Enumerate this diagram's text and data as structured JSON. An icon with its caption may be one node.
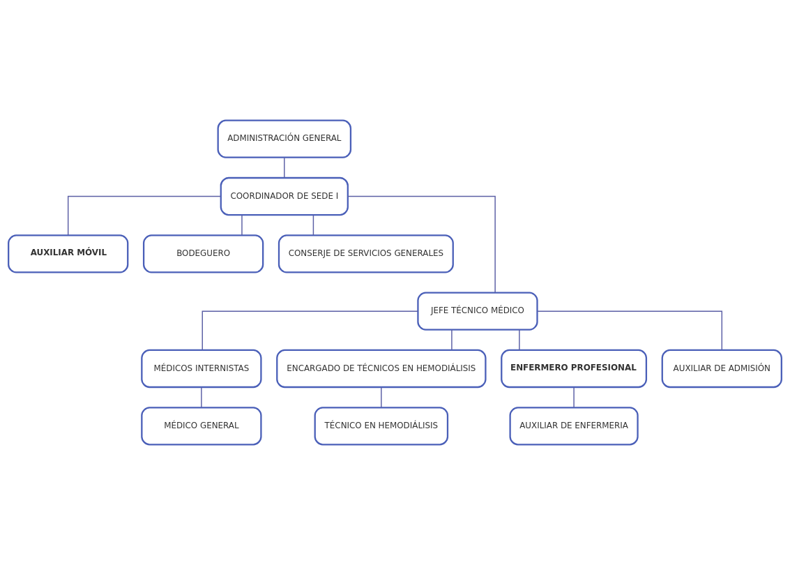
{
  "diagram": {
    "nodes": [
      {
        "text": [
          "ADMINISTRACIÓN GENERAL"
        ]
      },
      {
        "text": [
          "COORDINADOR DE SEDE I"
        ]
      },
      {
        "text": [
          "AUXILIAR MÓVIL"
        ]
      },
      {
        "text": [
          "BODEGUERO"
        ]
      },
      {
        "text": [
          "CONSERJE DE SERVICIOS GENERALES"
        ]
      },
      {
        "text": [
          "JEFE TÉCNICO MÉDICO"
        ]
      },
      {
        "text": [
          "MÉDICOS INTERNISTAS"
        ]
      },
      {
        "text": [
          "ENCARGADO DE TÉCNICOS EN HEMODIÁLISIS"
        ]
      },
      {
        "text": [
          "ENFERMERO PROFESIONAL"
        ]
      },
      {
        "text": [
          "AUXILIAR DE ADMISIÓN"
        ]
      },
      {
        "text": [
          "MÉDICO GENERAL"
        ]
      },
      {
        "text": [
          "TÉCNICO EN HEMODIÁLISIS"
        ]
      },
      {
        "text": [
          "AUXILIAR DE ENFERMERIA"
        ]
      }
    ],
    "edges": [
      {
        "from": 0,
        "to": 1,
        "arrow": "none"
      },
      {
        "from": 1,
        "to": 2,
        "arrow": "none"
      },
      {
        "from": 1,
        "to": 3,
        "arrow": "none"
      },
      {
        "from": 1,
        "to": 4,
        "arrow": "none"
      },
      {
        "from": 1,
        "to": 5,
        "arrow": "none"
      },
      {
        "from": 5,
        "to": 6,
        "arrow": "none"
      },
      {
        "from": 5,
        "to": 7,
        "arrow": "none"
      },
      {
        "from": 5,
        "to": 8,
        "arrow": "none"
      },
      {
        "from": 5,
        "to": 9,
        "arrow": "none"
      },
      {
        "from": 6,
        "to": 10,
        "arrow": "none"
      },
      {
        "from": 7,
        "to": 11,
        "arrow": "none"
      },
      {
        "from": 8,
        "to": 12,
        "arrow": "none"
      }
    ]
  }
}
